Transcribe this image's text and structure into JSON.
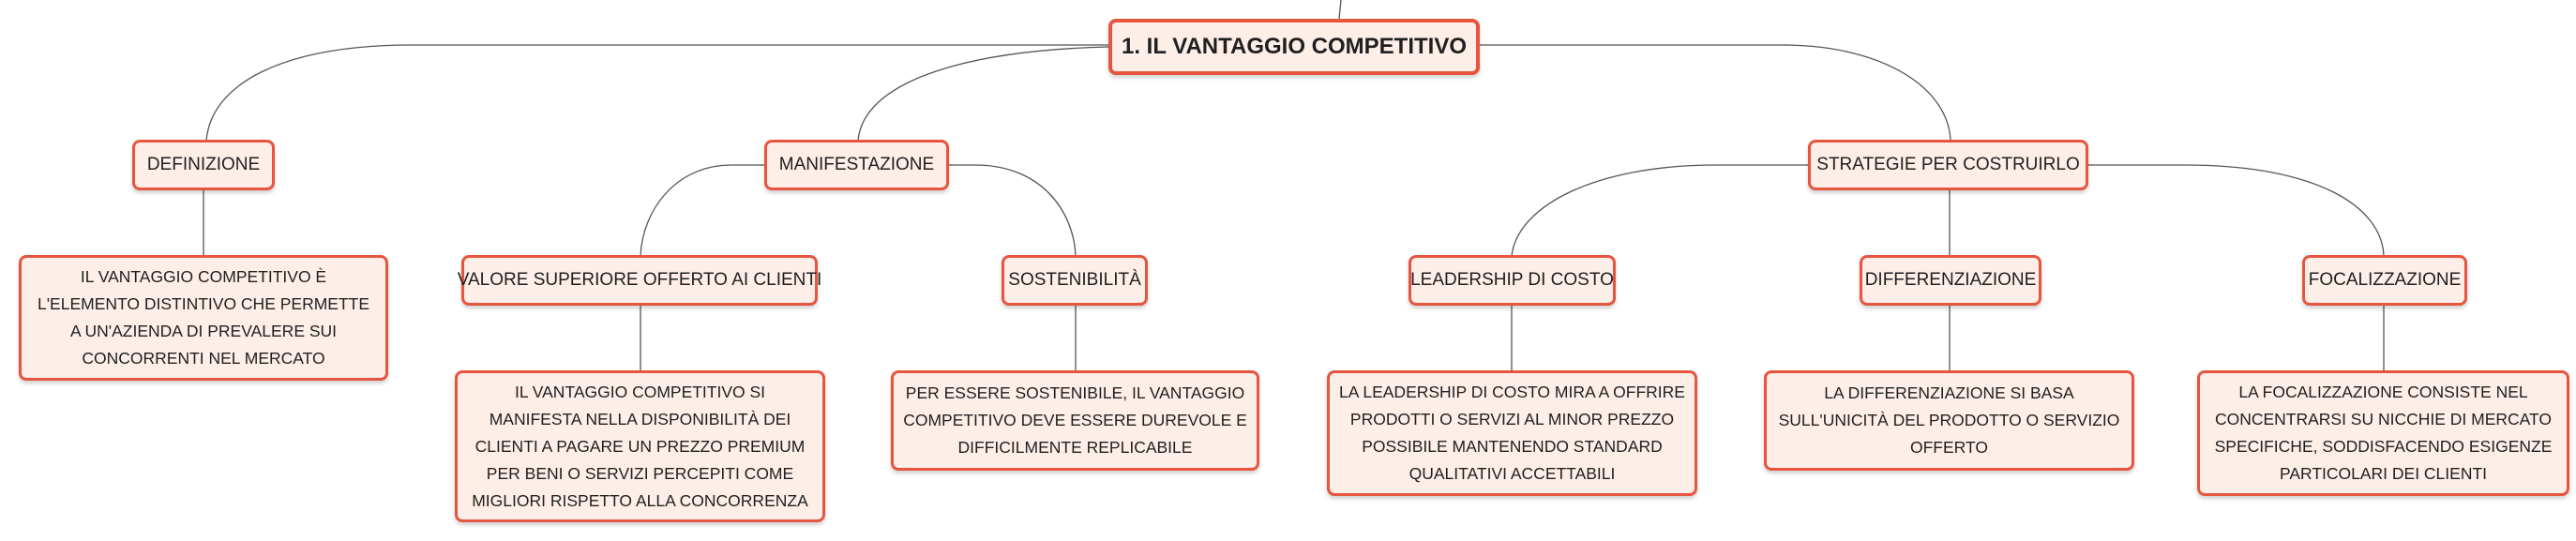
{
  "root": {
    "title": "1. IL VANTAGGIO COMPETITIVO"
  },
  "definizione": {
    "label": "DEFINIZIONE",
    "text": "IL VANTAGGIO COMPETITIVO È L'ELEMENTO DISTINTIVO CHE PERMETTE A UN'AZIENDA DI PREVALERE SUI CONCORRENTI NEL MERCATO"
  },
  "manifestazione": {
    "label": "MANIFESTAZIONE",
    "valore": {
      "label": "VALORE SUPERIORE OFFERTO AI CLIENTI",
      "text": "IL VANTAGGIO COMPETITIVO SI MANIFESTA NELLA DISPONIBILITÀ DEI CLIENTI A PAGARE UN PREZZO PREMIUM PER BENI O SERVIZI PERCEPITI COME MIGLIORI RISPETTO ALLA CONCORRENZA"
    },
    "sostenibilita": {
      "label": "SOSTENIBILITÀ",
      "text": "PER ESSERE SOSTENIBILE, IL VANTAGGIO COMPETITIVO DEVE ESSERE DUREVOLE E DIFFICILMENTE REPLICABILE"
    }
  },
  "strategie": {
    "label": "STRATEGIE PER COSTRUIRLO",
    "leadership": {
      "label": "LEADERSHIP DI COSTO",
      "text": "LA LEADERSHIP DI COSTO MIRA A OFFRIRE PRODOTTI O SERVIZI AL MINOR PREZZO POSSIBILE MANTENENDO STANDARD QUALITATIVI ACCETTABILI"
    },
    "differenziazione": {
      "label": "DIFFERENZIAZIONE",
      "text": "LA DIFFERENZIAZIONE SI BASA SULL'UNICITÀ DEL PRODOTTO O SERVIZIO OFFERTO"
    },
    "focalizzazione": {
      "label": "FOCALIZZAZIONE",
      "text": "LA FOCALIZZAZIONE CONSISTE NEL CONCENTRARSI SU NICCHIE DI MERCATO SPECIFICHE, SODDISFACENDO ESIGENZE PARTICOLARI DEI CLIENTI"
    }
  }
}
